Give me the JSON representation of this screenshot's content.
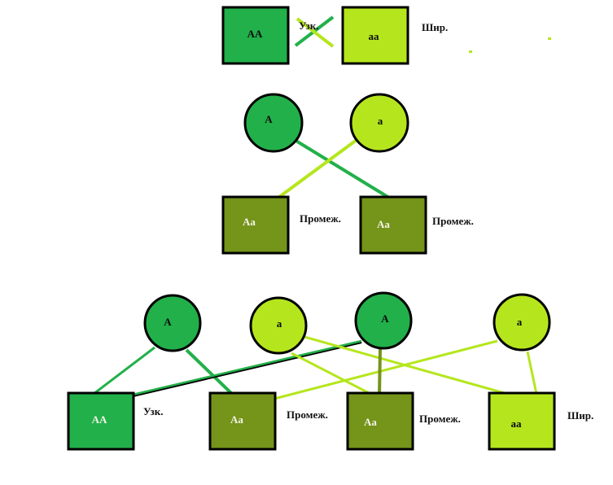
{
  "colors": {
    "dominant": "#22b04a",
    "recessive": "#b5e61d",
    "hetero": "#74941a",
    "border": "#000000"
  },
  "parents": [
    {
      "genotype": "AA",
      "phenotype": "Узк.",
      "color": "dominant"
    },
    {
      "genotype": "aa",
      "phenotype": "Шир.",
      "color": "recessive"
    }
  ],
  "gen1_gametes": [
    {
      "allele": "A",
      "color": "dominant"
    },
    {
      "allele": "a",
      "color": "recessive"
    }
  ],
  "gen1_offspring": [
    {
      "genotype": "Aa",
      "phenotype": "Промеж.",
      "color": "hetero"
    },
    {
      "genotype": "Aa",
      "phenotype": "Промеж.",
      "color": "hetero"
    }
  ],
  "gen2_gametes": [
    {
      "allele": "A",
      "color": "dominant"
    },
    {
      "allele": "a",
      "color": "recessive"
    },
    {
      "allele": "A",
      "color": "dominant"
    },
    {
      "allele": "a",
      "color": "recessive"
    }
  ],
  "gen2_offspring": [
    {
      "genotype": "AA",
      "phenotype": "Узк.",
      "color": "dominant"
    },
    {
      "genotype": "Aa",
      "phenotype": "Промеж.",
      "color": "hetero"
    },
    {
      "genotype": "Aa",
      "phenotype": "Промеж.",
      "color": "hetero"
    },
    {
      "genotype": "aa",
      "phenotype": "Шир.",
      "color": "recessive"
    }
  ]
}
